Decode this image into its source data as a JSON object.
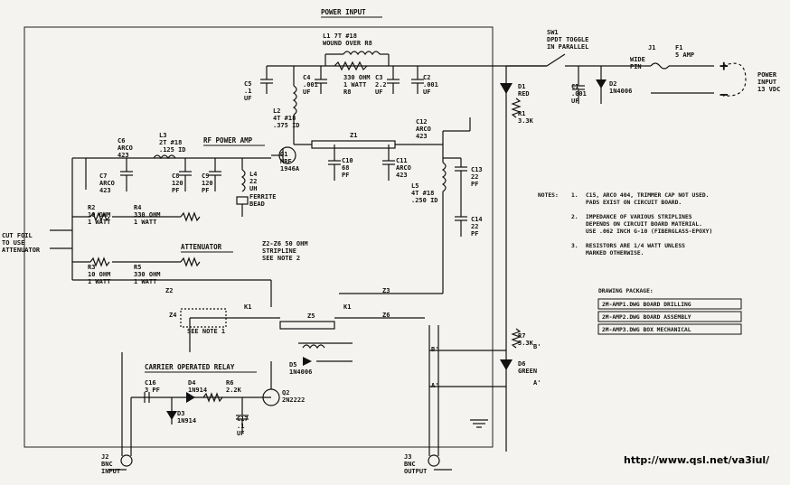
{
  "sections": {
    "power_input": "POWER INPUT",
    "rf_power_amp": "RF POWER AMP",
    "attenuator": "ATTENUATOR",
    "carrier_relay": "CARRIER OPERATED RELAY"
  },
  "components": {
    "l1": [
      "L1 7T #18",
      "WOUND OVER R8"
    ],
    "r8": [
      "330 OHM",
      "1 WATT",
      "R8"
    ],
    "c5": [
      "C5",
      ".1",
      "UF"
    ],
    "c4": [
      "C4",
      ".001",
      "UF"
    ],
    "c3": [
      "C3",
      "2.2",
      "UF"
    ],
    "c2": [
      "C2",
      ".001",
      "UF"
    ],
    "l2": [
      "L2",
      "4T #18",
      ".375 ID"
    ],
    "c6": [
      "C6",
      "ARCO",
      "423"
    ],
    "c7": [
      "C7",
      "ARCO",
      "423"
    ],
    "l3": [
      "L3",
      "2T #18",
      ".125 ID"
    ],
    "c8": [
      "C8",
      "120",
      "PF"
    ],
    "c9": [
      "C9",
      "120",
      "PF"
    ],
    "l4": [
      "L4",
      "22",
      "UH"
    ],
    "ferrite": [
      "FERRITE",
      "BEAD"
    ],
    "q1": [
      "Q1",
      "MRF",
      "1946A"
    ],
    "z1": "Z1",
    "c10": [
      "C10",
      "68",
      "PF"
    ],
    "c11": [
      "C11",
      "ARCO",
      "423"
    ],
    "c12": [
      "C12",
      "ARCO",
      "423"
    ],
    "l5": [
      "L5",
      "4T #18",
      ".250 ID"
    ],
    "c13": [
      "C13",
      "22",
      "PF"
    ],
    "c14": [
      "C14",
      "22",
      "PF"
    ],
    "r2": [
      "R2",
      "10 OHM",
      "1 WATT"
    ],
    "r4": [
      "R4",
      "330 OHM",
      "1 WATT"
    ],
    "r3": [
      "R3",
      "10 OHM",
      "1 WATT"
    ],
    "r5": [
      "R5",
      "330 OHM",
      "1 WATT"
    ],
    "cut_foil": [
      "CUT FOIL",
      "TO USE",
      "ATTENUATOR"
    ],
    "striplines": [
      "Z2-Z6 50 OHM",
      "STRIPLINE",
      "SEE NOTE 2"
    ],
    "sw1": [
      "SW1",
      "DPDT TOGGLE",
      "IN PARALLEL"
    ],
    "j1": "J1",
    "wide_pin": [
      "WIDE",
      "PIN"
    ],
    "f1": [
      "F1",
      "5 AMP"
    ],
    "power_in": [
      "POWER",
      "INPUT",
      "13 VDC"
    ],
    "d1": [
      "D1",
      "RED"
    ],
    "r1": [
      "R1",
      "3.3K"
    ],
    "c1": [
      "C1",
      ".001",
      "UF"
    ],
    "d2": [
      "D2",
      "1N4006"
    ],
    "r7": [
      "R7",
      "3.3K"
    ],
    "d6": [
      "D6",
      "GREEN"
    ],
    "k1": "K1",
    "k1b": "K1",
    "z2": "Z2",
    "z3": "Z3",
    "z4": "Z4",
    "z5": "Z5",
    "z6": "Z6",
    "see_note_1": "SEE NOTE 1",
    "d5": [
      "D5",
      "1N4006"
    ],
    "c16": [
      "C16",
      "3 PF"
    ],
    "d4": [
      "D4",
      "1N914"
    ],
    "r6": [
      "R6",
      "2.2K"
    ],
    "q2": [
      "Q2",
      "2N2222"
    ],
    "d3": [
      "D3",
      "1N914"
    ],
    "c17": [
      "C17",
      ".1",
      "UF"
    ],
    "b_prime": "B'",
    "a_prime": "A'",
    "b_prime2": "B'",
    "a_prime2": "A'",
    "j2": [
      "J2",
      "BNC",
      "INPUT"
    ],
    "j3": [
      "J3",
      "BNC",
      "OUTPUT"
    ]
  },
  "notes": {
    "heading": "NOTES:",
    "items": [
      [
        "1.",
        "C15, ARCO 404, TRIMMER CAP NOT USED.",
        "PADS EXIST ON CIRCUIT BOARD."
      ],
      [
        "2.",
        "IMPEDANCE OF VARIOUS STRIPLINES",
        "DEPENDS ON CIRCUIT BOARD MATERIAL.",
        "USE .062 INCH G-10 (FIBERGLASS-EPOXY)"
      ],
      [
        "3.",
        "RESISTORS ARE 1/4 WATT UNLESS",
        "MARKED OTHERWISE."
      ]
    ]
  },
  "drawing_package": {
    "title": "DRAWING PACKAGE:",
    "items": [
      "2M-AMP1.DWG BOARD DRILLING",
      "2M-AMP2.DWG BOARD ASSEMBLY",
      "2M-AMP3.DWG BOX MECHANICAL"
    ]
  },
  "symbols": {
    "plus": "+",
    "minus": "−"
  },
  "url": "http://www.qsl.net/va3iul/"
}
